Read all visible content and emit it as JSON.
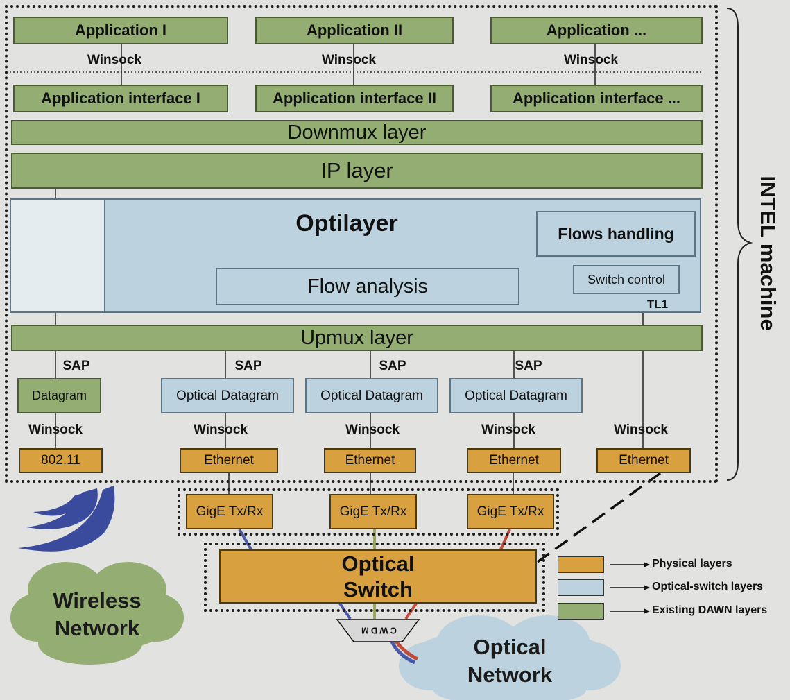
{
  "applications": [
    {
      "app": "Application I",
      "socket": "Winsock",
      "interface": "Application interface I"
    },
    {
      "app": "Application II",
      "socket": "Winsock",
      "interface": "Application interface II"
    },
    {
      "app": "Application ...",
      "socket": "Winsock",
      "interface": "Application interface ..."
    }
  ],
  "layers": {
    "downmux": "Downmux layer",
    "ip": "IP layer",
    "optilayer": "Optilayer",
    "flows_handling": "Flows handling",
    "flow_analysis": "Flow analysis",
    "switch_control": "Switch control",
    "tl1": "TL1",
    "upmux": "Upmux layer"
  },
  "stacks": [
    {
      "sap": "SAP",
      "datagram": "Datagram",
      "socket": "Winsock",
      "device": "802.11"
    },
    {
      "sap": "SAP",
      "datagram": "Optical Datagram",
      "socket": "Winsock",
      "device": "Ethernet",
      "gige": "GigE Tx/Rx"
    },
    {
      "sap": "SAP",
      "datagram": "Optical Datagram",
      "socket": "Winsock",
      "device": "Ethernet",
      "gige": "GigE Tx/Rx"
    },
    {
      "sap": "SAP",
      "datagram": "Optical Datagram",
      "socket": "Winsock",
      "device": "Ethernet",
      "gige": "GigE Tx/Rx"
    },
    {
      "socket": "Winsock",
      "device": "Ethernet"
    }
  ],
  "machine_label": "INTEL machine",
  "optical_switch": "Optical Switch",
  "cwdm": "CWDM",
  "wireless_network": "Wireless Network",
  "optical_network": "Optical Network",
  "legend": [
    {
      "label": "Physical layers",
      "color": "#d8a03e"
    },
    {
      "label": "Optical-switch layers",
      "color": "#bcd3df"
    },
    {
      "label": "Existing DAWN layers",
      "color": "#93ad73"
    }
  ],
  "colors": {
    "existing_dawn": "#93ad73",
    "optical_switch_layer": "#bcd3df",
    "physical": "#d8a03e",
    "fiber_blue": "#4a5aa8",
    "fiber_green": "#9aa860",
    "fiber_red": "#c24a3a"
  }
}
